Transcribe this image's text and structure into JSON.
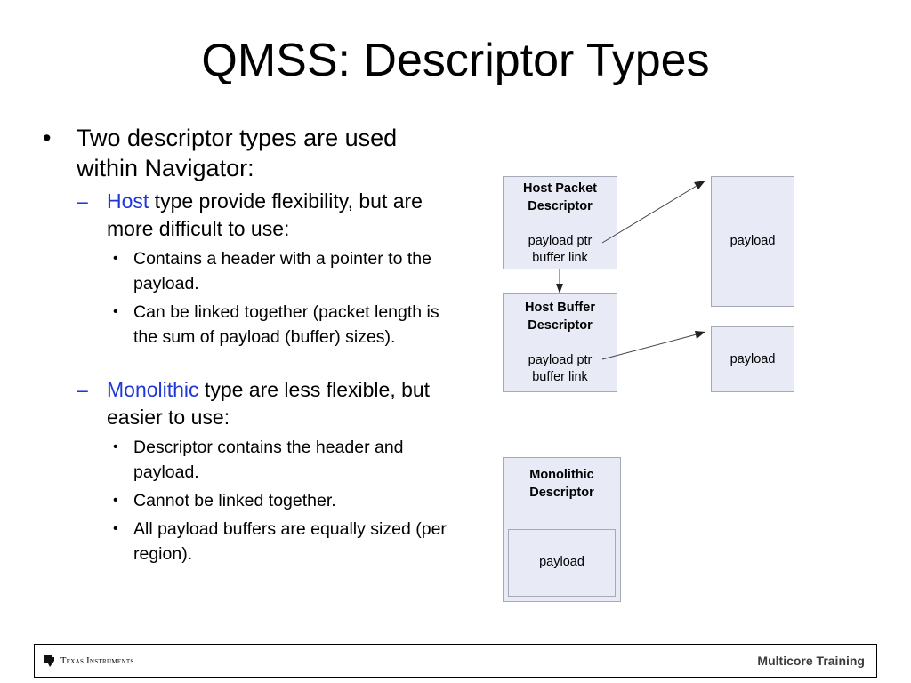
{
  "title": "QMSS: Descriptor Types",
  "bullets": {
    "intro": {
      "marker": "•",
      "text": "Two descriptor types are used within Navigator:"
    },
    "host": {
      "marker": "–",
      "keyword": "Host",
      "text": " type provide flexibility, but are more difficult to use:",
      "points": [
        {
          "marker": "•",
          "text": "Contains a header with a pointer to the payload."
        },
        {
          "marker": "•",
          "text": "Can be linked together (packet length is the sum of payload (buffer) sizes)."
        }
      ]
    },
    "mono": {
      "marker": "–",
      "keyword": "Monolithic",
      "text": " type are less flexible, but easier to use:",
      "points": [
        {
          "marker": "•",
          "pre": "Descriptor contains the header ",
          "underlined": "and",
          "post": " payload."
        },
        {
          "marker": "•",
          "text": "Cannot be linked together."
        },
        {
          "marker": "•",
          "text": "All payload buffers are equally sized (per region)."
        }
      ]
    }
  },
  "diagram": {
    "host_packet": {
      "title_line1": "Host Packet",
      "title_line2": "Descriptor",
      "field1": "payload ptr",
      "field2": "buffer link"
    },
    "host_buffer": {
      "title_line1": "Host Buffer",
      "title_line2": "Descriptor",
      "field1": "payload ptr",
      "field2": "buffer link"
    },
    "payload_top": "payload",
    "payload_bottom": "payload",
    "monolithic": {
      "title_line1": "Monolithic",
      "title_line2": "Descriptor",
      "payload": "payload"
    }
  },
  "footer": {
    "logo_text": "Texas Instruments",
    "logo_icon": "ti-state-logo-icon",
    "right_text": "Multicore Training"
  },
  "colors": {
    "keyword": "#1f37d6",
    "box_fill": "#e8ebf6",
    "box_border": "#a5a8b5"
  }
}
